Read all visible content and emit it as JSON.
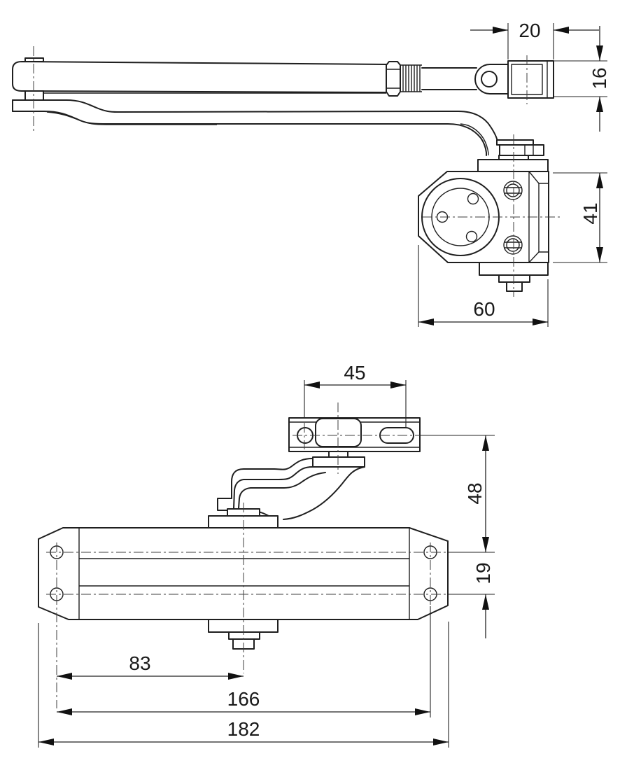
{
  "drawing": {
    "kind": "technical-dimension-drawing",
    "subject": "overhead door closer with scissor arm, two orthographic views",
    "colors": {
      "line": "#1f1f1f",
      "dimension_text": "#1a1a1a",
      "background": "#ffffff"
    }
  },
  "views": {
    "top": {
      "dims": {
        "bracket_width": "20",
        "bracket_height": "16",
        "body_height": "41",
        "body_width": "60"
      }
    },
    "bottom": {
      "dims": {
        "bracket_slot_span": "45",
        "bracket_to_body": "48",
        "hole_row_spacing": "19",
        "pinion_offset": "83",
        "hole_spacing": "166",
        "body_length": "182"
      }
    }
  }
}
